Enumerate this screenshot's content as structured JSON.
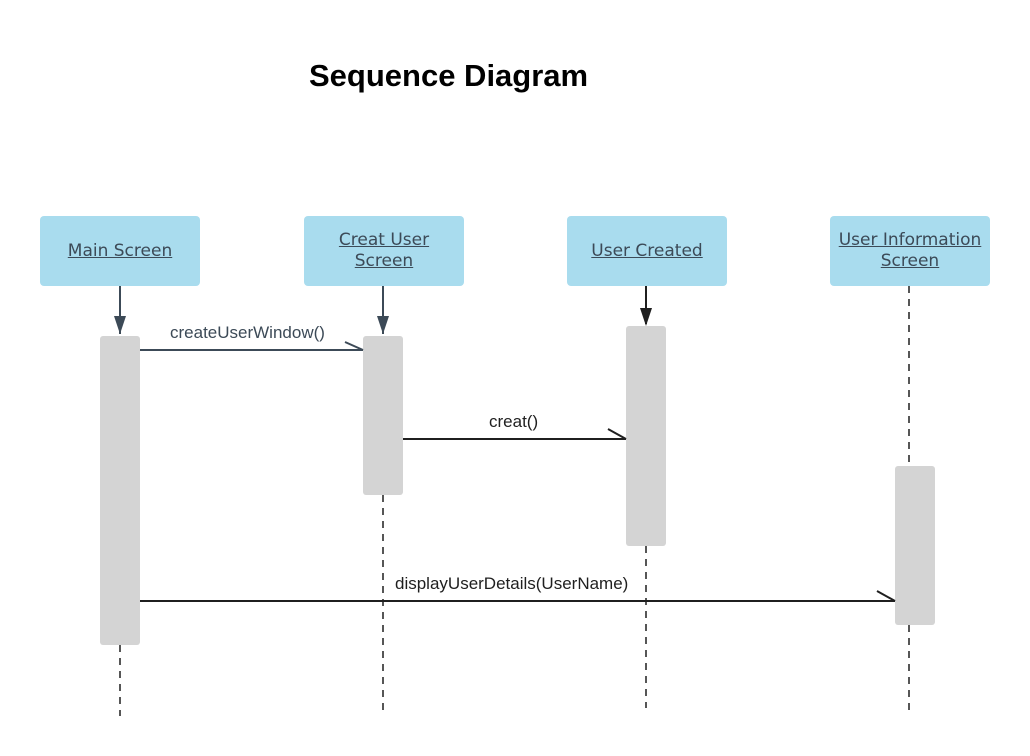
{
  "title": "Sequence Diagram",
  "participants": [
    {
      "id": "main",
      "label": "Main Screen"
    },
    {
      "id": "create",
      "label": "Creat User Screen"
    },
    {
      "id": "created",
      "label": "User Created"
    },
    {
      "id": "info",
      "label": "User Information Screen"
    }
  ],
  "messages": [
    {
      "label": "createUserWindow()",
      "from": "Main Screen",
      "to": "Creat User Screen"
    },
    {
      "label": "creat()",
      "from": "Creat User Screen",
      "to": "User Created"
    },
    {
      "label": "displayUserDetails(UserName)",
      "from": "Main Screen",
      "to": "User Information Screen"
    }
  ],
  "colors": {
    "participant_fill": "#a9dcee",
    "participant_text": "#3c4a57",
    "activation_fill": "#d4d4d4",
    "line": "#1f1f1f",
    "arrow": "#3c4a57"
  }
}
